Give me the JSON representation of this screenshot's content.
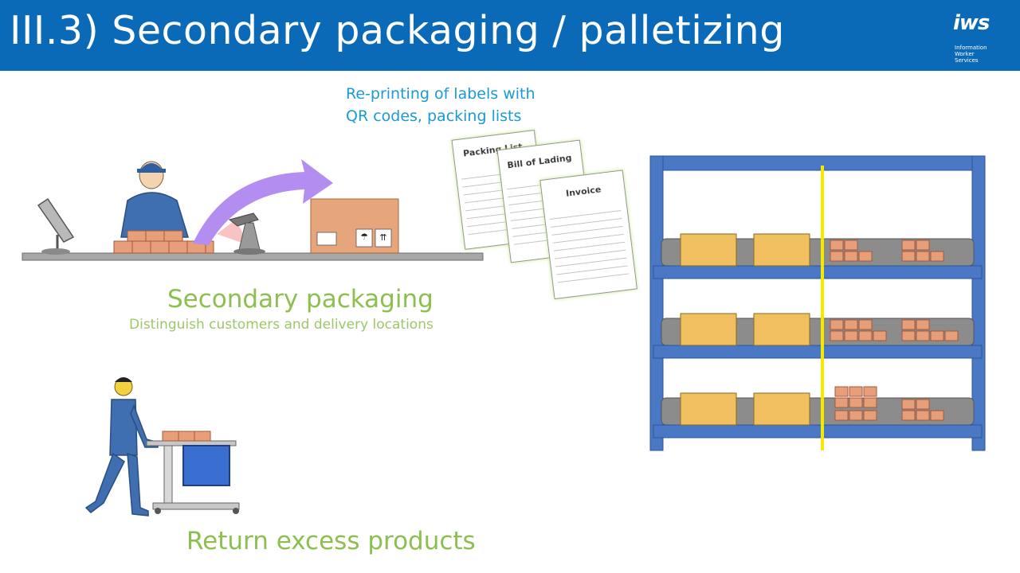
{
  "header": {
    "title": "III.3) Secondary packaging / palletizing"
  },
  "logo": {
    "mark": "iws",
    "line1": "Information",
    "line2": "Worker",
    "line3": "Services"
  },
  "reprint": {
    "line1": "Re-printing of labels with",
    "line2": "QR codes, packing lists"
  },
  "documents": {
    "packing_list": "Packing List",
    "bill_of_lading": "Bill of Lading",
    "invoice": "Invoice"
  },
  "secondary": {
    "title": "Secondary packaging",
    "subtitle": "Distinguish customers and delivery locations"
  },
  "return": {
    "title": "Return excess products"
  },
  "colors": {
    "header": "#0a6ab8",
    "accent_blue": "#1a9ad6",
    "accent_green": "#8cbf4f",
    "rack_blue": "#4a78c4",
    "divider_yellow": "#f2ea00"
  }
}
